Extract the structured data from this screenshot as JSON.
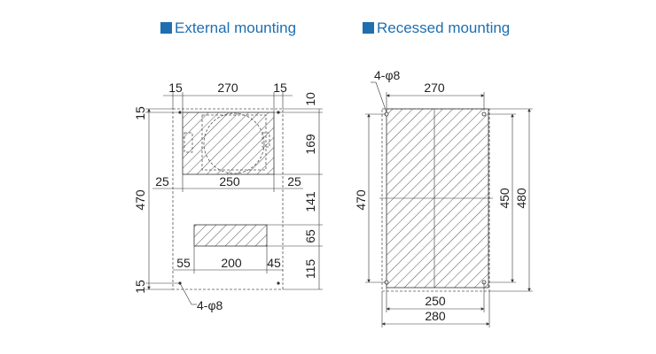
{
  "titles": {
    "external": "External mounting",
    "recessed": "Recessed mounting"
  },
  "colors": {
    "accent": "#1f6fb0",
    "line": "#333333"
  },
  "external": {
    "dims": {
      "top_left": "15",
      "top_mid": "270",
      "top_right": "15",
      "left_top": "15",
      "left_total": "470",
      "left_bottom": "15",
      "right_10": "10",
      "right_169": "169",
      "right_141": "141",
      "right_65": "65",
      "right_115": "115",
      "mid_left": "25",
      "mid_width": "250",
      "mid_right": "25",
      "bottom_left": "55",
      "bottom_width": "200",
      "bottom_right": "45"
    },
    "holes": "4-φ8"
  },
  "recessed": {
    "holes": "4-φ8",
    "dims": {
      "top": "270",
      "left": "470",
      "inner_right": "450",
      "outer_right": "480",
      "bottom_inner": "250",
      "bottom_outer": "280"
    }
  }
}
